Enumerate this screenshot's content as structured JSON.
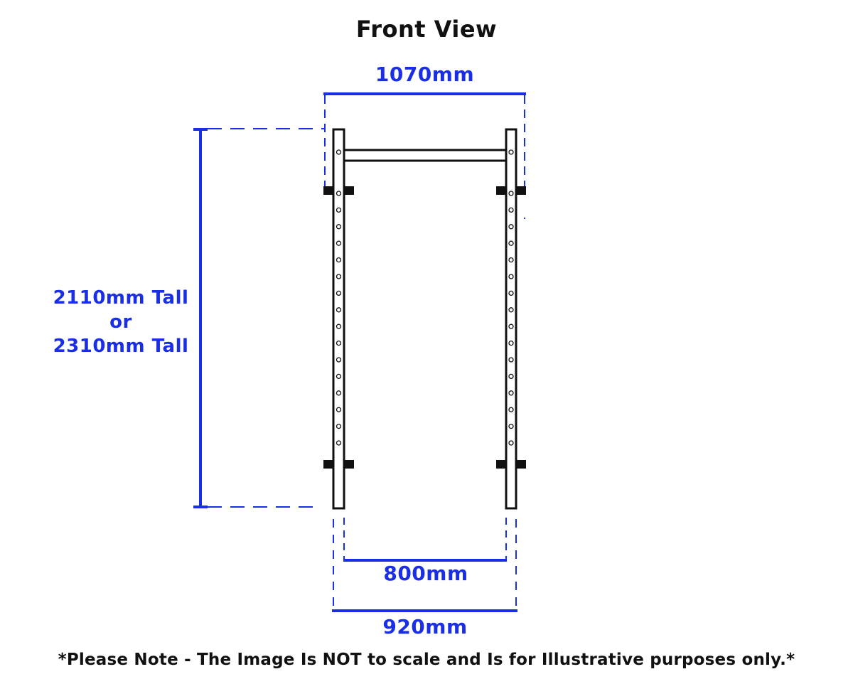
{
  "title": "Front View",
  "dimensions": {
    "width_overall": "1070mm",
    "height_lines": [
      "2110mm Tall",
      "or",
      "2310mm Tall"
    ],
    "inner_width": "800mm",
    "outer_width": "920mm"
  },
  "note": "*Please Note - The Image Is NOT to scale and Is for Illustrative purposes only.*",
  "colors": {
    "dimension": "#1a2ee6",
    "frame": "#111111",
    "background": "#ffffff"
  }
}
